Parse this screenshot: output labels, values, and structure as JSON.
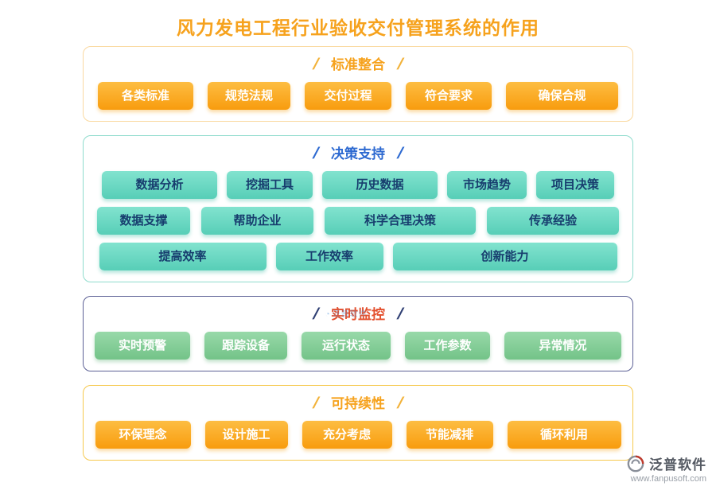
{
  "title": "风力发电工程行业验收交付管理系统的作用",
  "sections": {
    "standards": {
      "title": "标准整合",
      "items": [
        "各类标准",
        "规范法规",
        "交付过程",
        "符合要求",
        "确保合规"
      ]
    },
    "decision": {
      "title": "决策支持",
      "rows": [
        [
          "数据分析",
          "挖掘工具",
          "历史数据",
          "市场趋势",
          "项目决策"
        ],
        [
          "数据支撑",
          "帮助企业",
          "科学合理决策",
          "传承经验"
        ],
        [
          "提高效率",
          "工作效率",
          "创新能力"
        ]
      ]
    },
    "monitor": {
      "title": "实时监控",
      "items": [
        "实时预警",
        "跟踪设备",
        "运行状态",
        "工作参数",
        "异常情况"
      ]
    },
    "sustain": {
      "title": "可持续性",
      "items": [
        "环保理念",
        "设计施工",
        "充分考虑",
        "节能减排",
        "循环利用"
      ]
    }
  },
  "watermark": "泛普软件",
  "footer": {
    "brand": "泛普软件",
    "url": "www.fanpusoft.com"
  },
  "colors": {
    "title_orange": "#f6a21d",
    "section_blue": "#2e6ad1",
    "section_red": "#e4502e",
    "chip_orange": "#f89c0e",
    "chip_teal": "#57ceb7",
    "chip_green": "#73c388",
    "border_orange": "#fad9a0",
    "border_teal": "#8fdccd",
    "border_navy": "#5c6095",
    "border_yellow": "#f6c94e"
  }
}
